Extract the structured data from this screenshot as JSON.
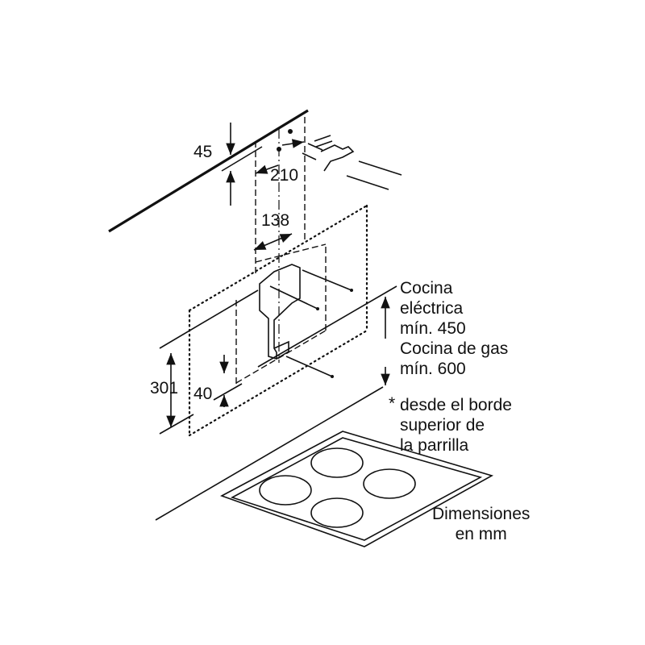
{
  "dimensions": {
    "top_offset": "45",
    "bracket_width": "210",
    "upper_spacing": "138",
    "lower_height": "301",
    "lower_offset": "40"
  },
  "clearance_note": {
    "lines": [
      "Cocina",
      "eléctrica",
      "mín. 450",
      "Cocina de gas",
      "mín. 600"
    ]
  },
  "footnote": {
    "marker": "*",
    "lines": [
      "desde el borde",
      "superior de",
      "la parrilla"
    ]
  },
  "units_note": {
    "lines": [
      "Dimensiones",
      "en mm"
    ]
  },
  "colors": {
    "line": "#111111",
    "background": "#ffffff"
  }
}
